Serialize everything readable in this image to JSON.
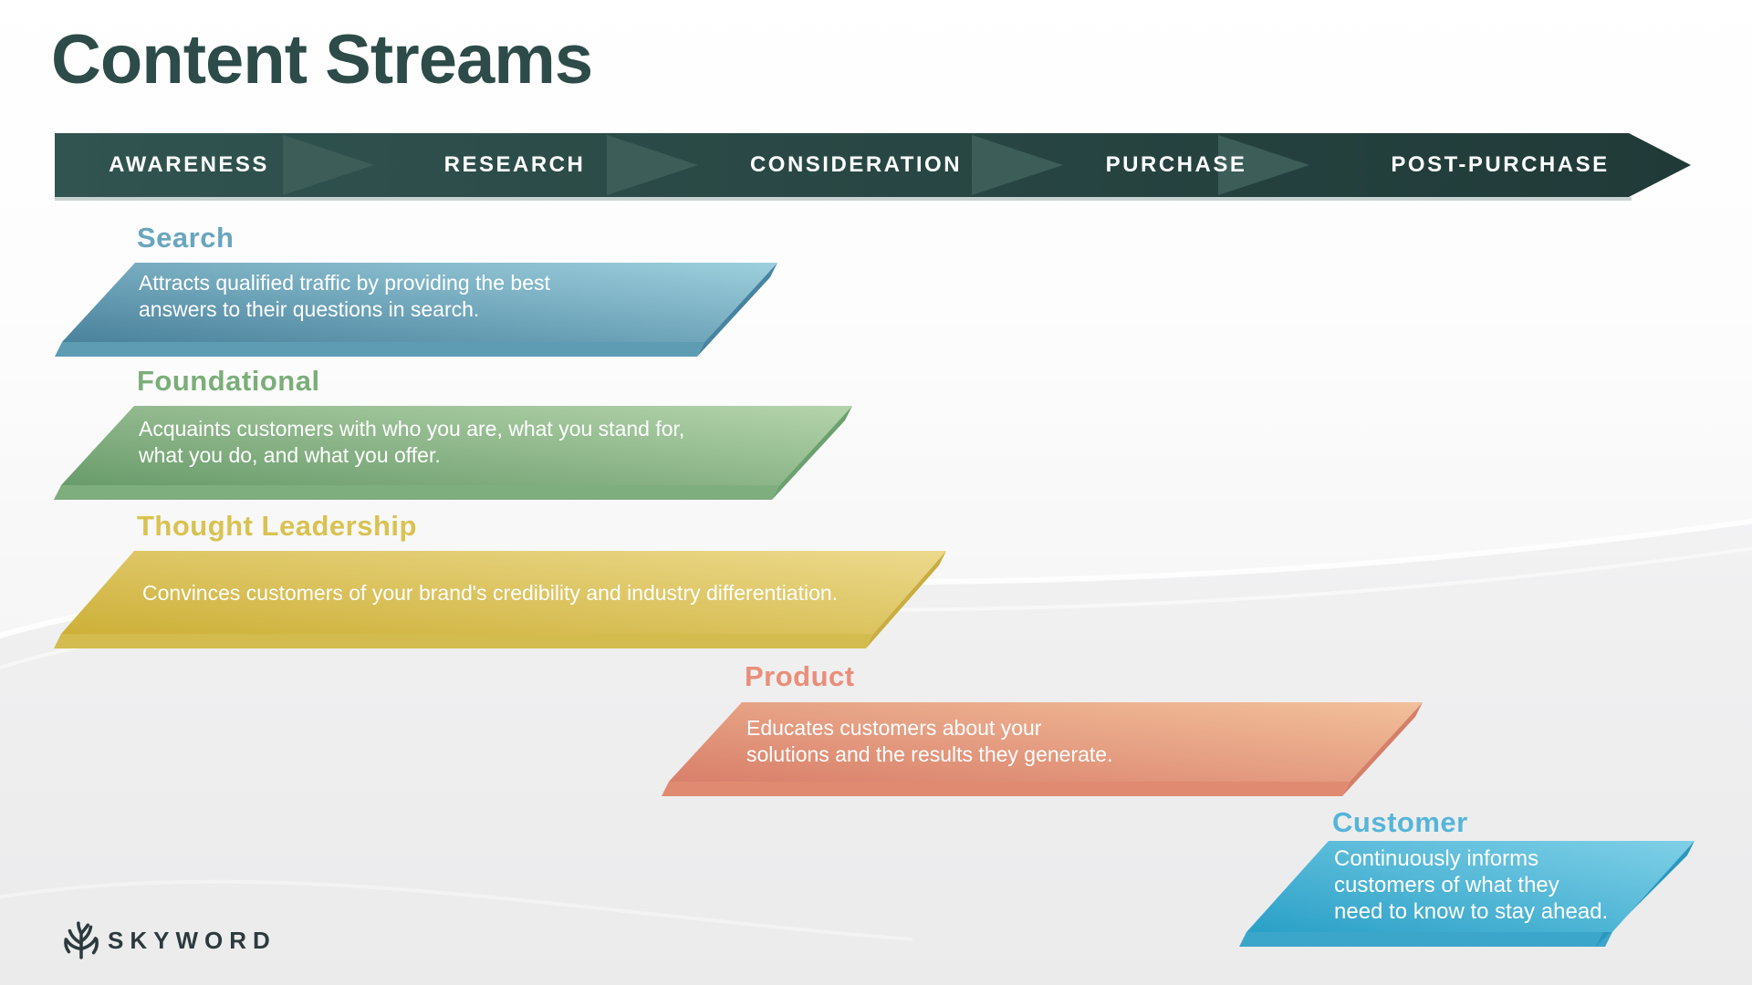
{
  "title": "Content Streams",
  "funnel": {
    "bar_color": "#2a4845",
    "chevron_color": "#3c5d58",
    "stages": [
      {
        "label": "AWARENESS"
      },
      {
        "label": "RESEARCH"
      },
      {
        "label": "CONSIDERATION"
      },
      {
        "label": "PURCHASE"
      },
      {
        "label": "POST-PURCHASE"
      }
    ]
  },
  "streams": [
    {
      "name": "Search",
      "heading_color": "#69a5bf",
      "gradient": [
        "#4a829c",
        "#9dd0de"
      ],
      "desc": [
        "Attracts qualified traffic by providing the best",
        "answers to their questions in search."
      ]
    },
    {
      "name": "Foundational",
      "heading_color": "#7bae79",
      "gradient": [
        "#699b6b",
        "#b5d4ac"
      ],
      "desc": [
        "Acquaints customers with who you are, what you stand for,",
        "what you do, and what you offer."
      ]
    },
    {
      "name": "Thought Leadership",
      "heading_color": "#d9c250",
      "gradient": [
        "#cdb038",
        "#ecd98c"
      ],
      "desc": [
        "Convinces customers of your brand's credibility and industry differentiation."
      ]
    },
    {
      "name": "Product",
      "heading_color": "#ea8e79",
      "gradient": [
        "#d97f6b",
        "#f2c09a"
      ],
      "desc": [
        "Educates customers about your",
        "solutions and the results they generate."
      ]
    },
    {
      "name": "Customer",
      "heading_color": "#55b5d8",
      "gradient": [
        "#2aa0c7",
        "#7fd0e7"
      ],
      "desc": [
        "Continuously informs",
        "customers of what they",
        "need to know to stay ahead."
      ]
    }
  ],
  "brand": {
    "logo_text": "SKYWORD"
  }
}
